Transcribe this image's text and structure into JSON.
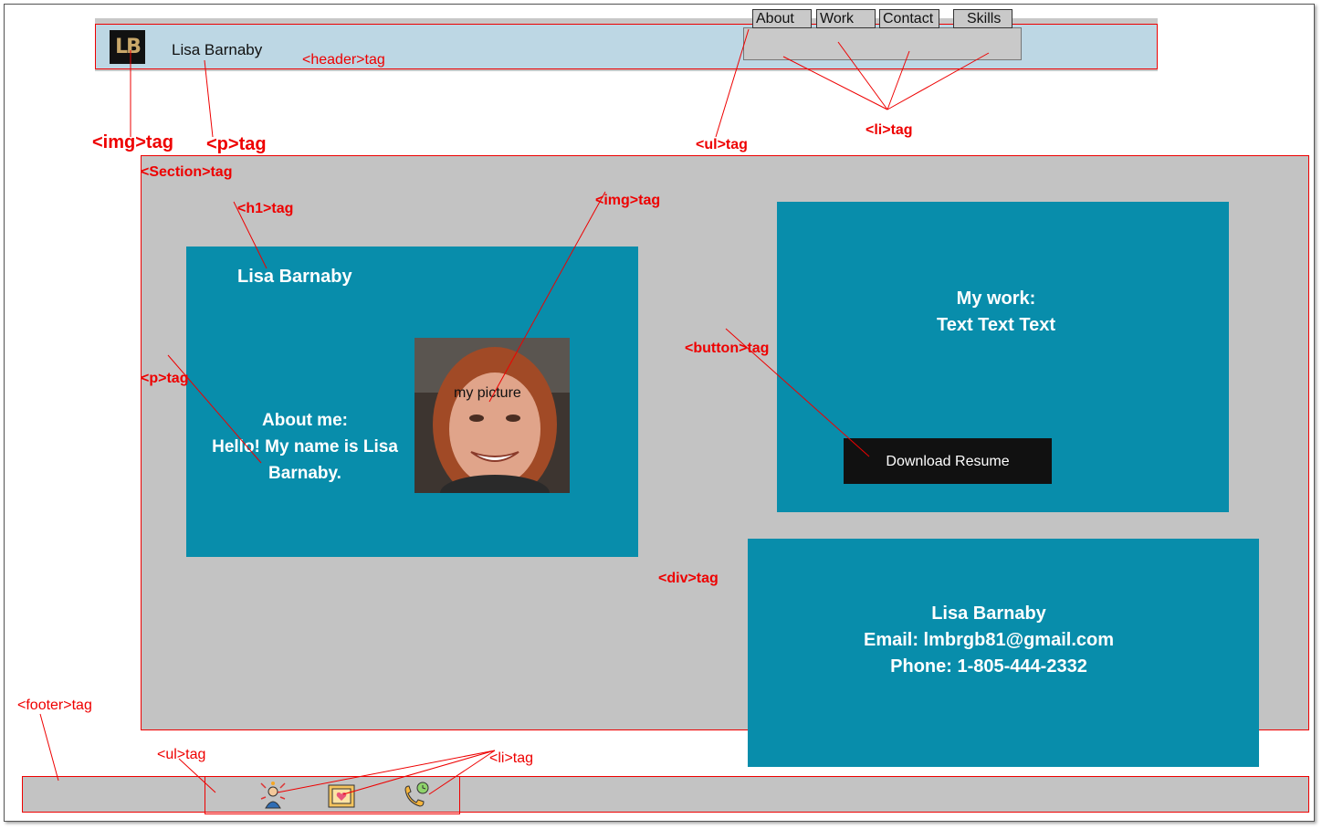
{
  "header": {
    "logo_text": "LB",
    "brand_name": "Lisa Barnaby",
    "nav": [
      {
        "label": "About"
      },
      {
        "label": "Work"
      },
      {
        "label": "Contact"
      },
      {
        "label": "Skills"
      }
    ]
  },
  "about_card": {
    "heading": "Lisa Barnaby",
    "about_line1": "About me:",
    "about_line2": "Hello! My name is Lisa",
    "about_line3": "Barnaby.",
    "photo_label": "my picture"
  },
  "work_card": {
    "line1": "My work:",
    "line2": "Text Text Text",
    "button_label": "Download Resume"
  },
  "contact_card": {
    "name": "Lisa Barnaby",
    "email": "Email: lmbrgb81@gmail.com",
    "phone": "Phone: 1-805-444-2332"
  },
  "footer": {
    "icons": [
      "networking-person-icon",
      "love-letter-folder-icon",
      "phone-clock-icon"
    ]
  },
  "annotations": {
    "header_tag": "<header>tag",
    "img_tag": "<img>tag",
    "p_tag": "<p>tag",
    "ul_tag": "<ul>tag",
    "li_tag": "<li>tag",
    "section_tag": "<Section>tag",
    "h1_tag": "<h1>tag",
    "img_tag_2": "<img>tag",
    "button_tag": "<button>tag",
    "p_tag_2": "<p>tag",
    "div_tag": "<div>tag",
    "footer_tag": "<footer>tag",
    "ul_tag_2": "<ul>tag",
    "li_tag_2": "<li>tag"
  },
  "colors": {
    "card": "#088dab",
    "section": "#c3c3c3",
    "header": "#bdd7e4",
    "annotation": "#ee0000",
    "button": "#111111"
  }
}
